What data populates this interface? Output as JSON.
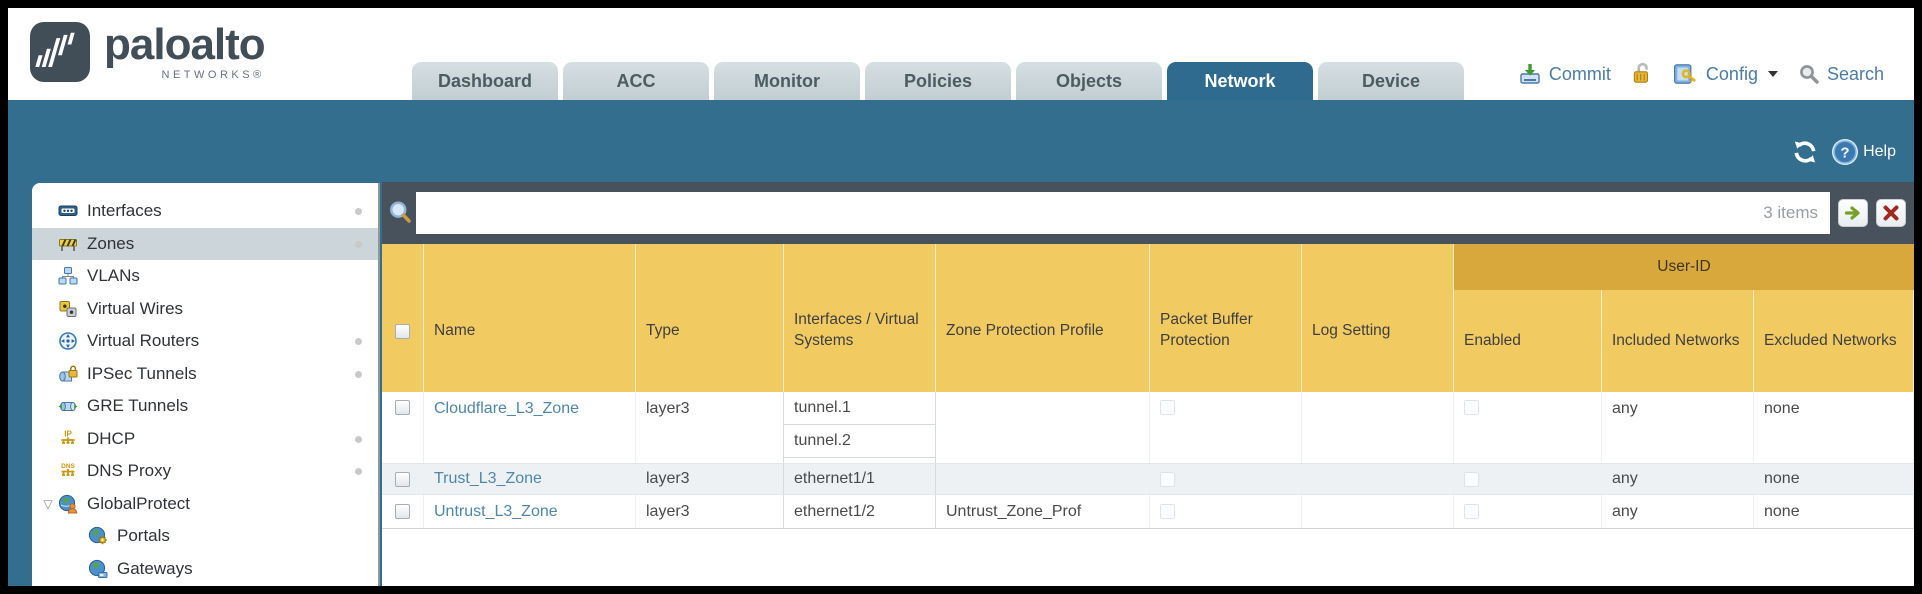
{
  "brand": {
    "name": "paloalto",
    "sub": "NETWORKS®"
  },
  "tabs": [
    {
      "label": "Dashboard",
      "active": false
    },
    {
      "label": "ACC",
      "active": false
    },
    {
      "label": "Monitor",
      "active": false
    },
    {
      "label": "Policies",
      "active": false
    },
    {
      "label": "Objects",
      "active": false
    },
    {
      "label": "Network",
      "active": true
    },
    {
      "label": "Device",
      "active": false
    }
  ],
  "topbar": {
    "commit": "Commit",
    "config": "Config",
    "search": "Search"
  },
  "toolbar": {
    "help": "Help"
  },
  "filter": {
    "input_value": "",
    "count": "3 items"
  },
  "sidebar": {
    "items": [
      {
        "label": "Interfaces",
        "icon": "interfaces-icon",
        "dot": true,
        "selected": false
      },
      {
        "label": "Zones",
        "icon": "zones-icon",
        "dot": true,
        "selected": true
      },
      {
        "label": "VLANs",
        "icon": "vlans-icon",
        "dot": false,
        "selected": false
      },
      {
        "label": "Virtual Wires",
        "icon": "virtual-wires-icon",
        "dot": false,
        "selected": false
      },
      {
        "label": "Virtual Routers",
        "icon": "virtual-routers-icon",
        "dot": true,
        "selected": false
      },
      {
        "label": "IPSec Tunnels",
        "icon": "ipsec-tunnels-icon",
        "dot": true,
        "selected": false
      },
      {
        "label": "GRE Tunnels",
        "icon": "gre-tunnels-icon",
        "dot": false,
        "selected": false
      },
      {
        "label": "DHCP",
        "icon": "dhcp-icon",
        "dot": true,
        "selected": false
      },
      {
        "label": "DNS Proxy",
        "icon": "dns-proxy-icon",
        "dot": true,
        "selected": false
      },
      {
        "label": "GlobalProtect",
        "icon": "globalprotect-icon",
        "dot": false,
        "selected": false,
        "expanded": true,
        "expander": "▽"
      },
      {
        "label": "Portals",
        "icon": "portals-icon",
        "dot": false,
        "selected": false,
        "child": true
      },
      {
        "label": "Gateways",
        "icon": "gateways-icon",
        "dot": false,
        "selected": false,
        "child": true
      }
    ]
  },
  "table": {
    "group_header": "User-ID",
    "columns": [
      "Name",
      "Type",
      "Interfaces / Virtual Systems",
      "Zone Protection Profile",
      "Packet Buffer Protection",
      "Log Setting",
      "Enabled",
      "Included Networks",
      "Excluded Networks"
    ],
    "rows": [
      {
        "name": "Cloudflare_L3_Zone",
        "type": "layer3",
        "interfaces": [
          "tunnel.1",
          "tunnel.2"
        ],
        "zone_protection_profile": "",
        "log_setting": "",
        "packet_buffer_checked": false,
        "enabled_checked": false,
        "included_networks": "any",
        "excluded_networks": "none"
      },
      {
        "name": "Trust_L3_Zone",
        "type": "layer3",
        "interfaces": [
          "ethernet1/1"
        ],
        "zone_protection_profile": "",
        "log_setting": "",
        "packet_buffer_checked": false,
        "enabled_checked": false,
        "included_networks": "any",
        "excluded_networks": "none"
      },
      {
        "name": "Untrust_L3_Zone",
        "type": "layer3",
        "interfaces": [
          "ethernet1/2"
        ],
        "zone_protection_profile": "Untrust_Zone_Prof",
        "log_setting": "",
        "packet_buffer_checked": false,
        "enabled_checked": false,
        "included_networks": "any",
        "excluded_networks": "none"
      }
    ]
  },
  "colors": {
    "teal_band": "#336e8e",
    "active_tab": "#2e6b8e",
    "header_gold": "#f1ca62",
    "group_band_gold": "#d9a83c",
    "filter_strip": "#48525c",
    "link_blue": "#4e87a8",
    "selected_nav": "#ccd5d9",
    "action_blue": "#4c7ca3"
  }
}
